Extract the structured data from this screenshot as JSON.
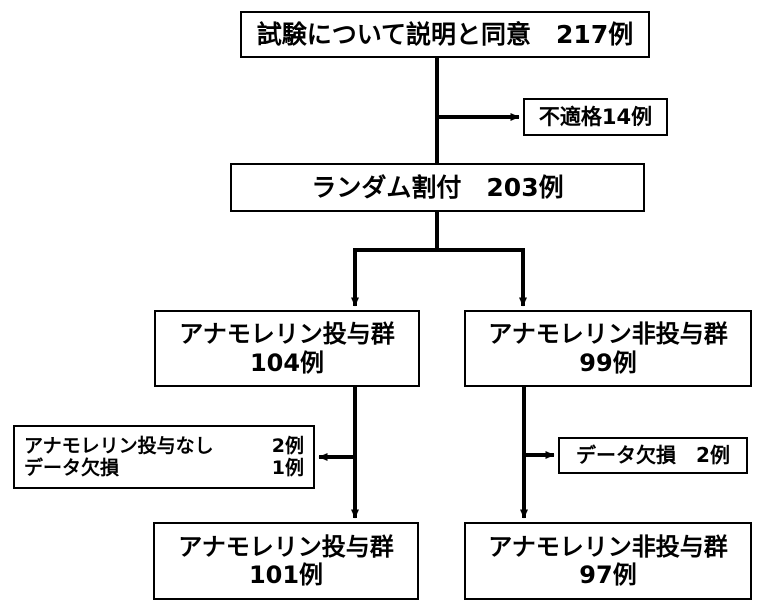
{
  "diagram": {
    "title": "CONSORT participant flow diagram",
    "stroke_color": "#000000",
    "background_color": "#ffffff",
    "nodes": {
      "consent": {
        "label": "試験について説明と同意　217例",
        "count": "217例"
      },
      "ineligible": {
        "label": "不適格14例",
        "count": "14例"
      },
      "randomization": {
        "label": "ランダム割付　203例",
        "count": "203例"
      },
      "arm_a": {
        "line1": "アナモレリン投与群",
        "line2": "104例"
      },
      "arm_b": {
        "line1": "アナモレリン非投与群",
        "line2": "99例"
      },
      "exclusions_a": {
        "row1_label": "アナモレリン投与なし",
        "row1_count": "2例",
        "row2_label": "データ欠損",
        "row2_count": "1例"
      },
      "exclusions_b": {
        "label": "データ欠損　2例",
        "count": "2例"
      },
      "final_a": {
        "line1": "アナモレリン投与群",
        "line2": "101例"
      },
      "final_b": {
        "line1": "アナモレリン非投与群",
        "line2": "97例"
      }
    }
  }
}
